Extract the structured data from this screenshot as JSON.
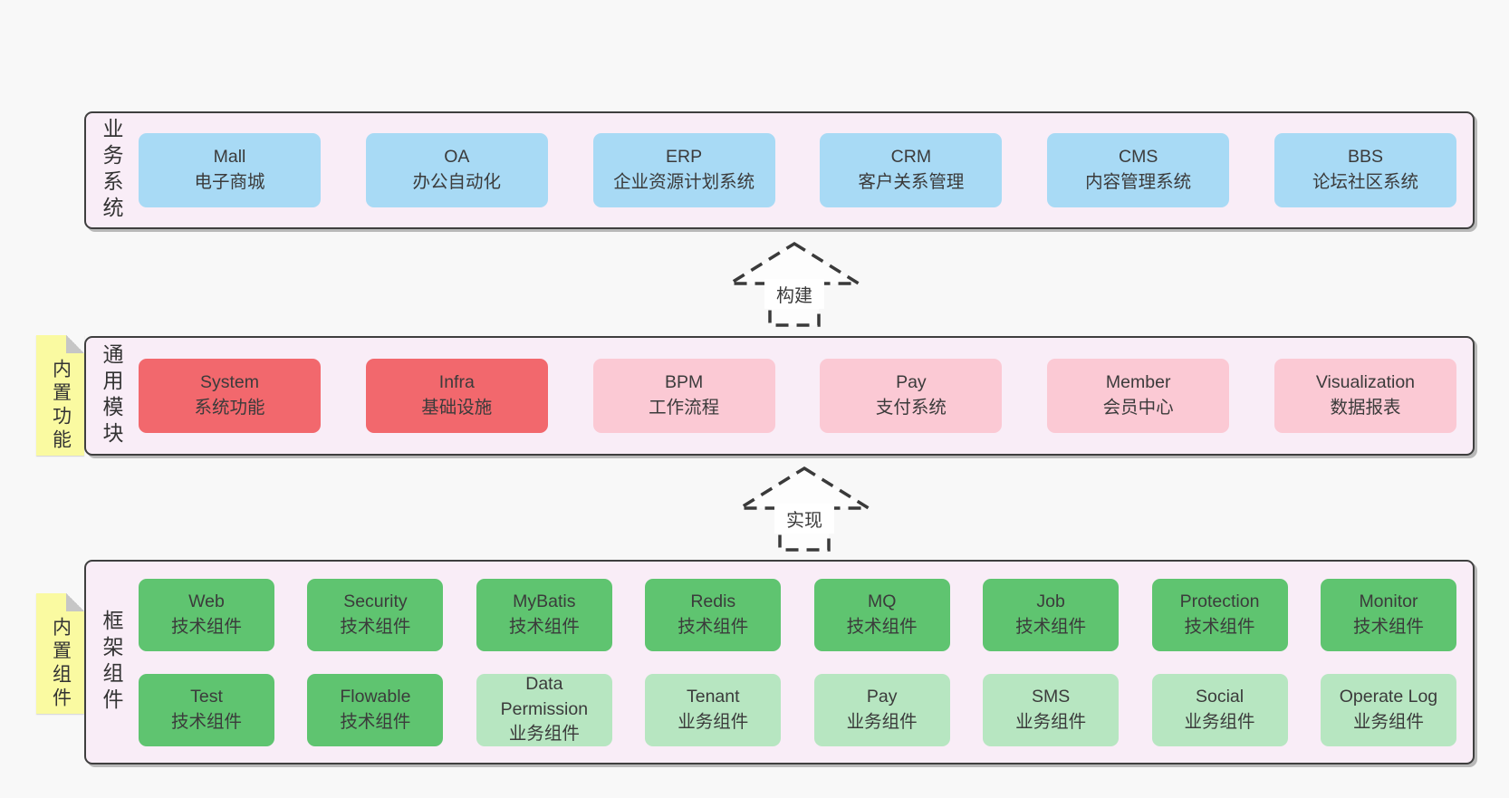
{
  "colors": {
    "blue": "#a8daf5",
    "red": "#f2686d",
    "pink": "#fbc9d4",
    "green": "#5fc470",
    "lightgreen": "#b7e6c1",
    "band_bg": "#f9edf7",
    "sticky_bg": "#fafaa1"
  },
  "arrows": {
    "build": {
      "label": "构建"
    },
    "implement": {
      "label": "实现"
    }
  },
  "bands": {
    "business": {
      "label": "业务系统",
      "items": [
        {
          "title": "Mall",
          "subtitle": "电子商城",
          "variant": "blue"
        },
        {
          "title": "OA",
          "subtitle": "办公自动化",
          "variant": "blue"
        },
        {
          "title": "ERP",
          "subtitle": "企业资源计划系统",
          "variant": "blue"
        },
        {
          "title": "CRM",
          "subtitle": "客户关系管理",
          "variant": "blue"
        },
        {
          "title": "CMS",
          "subtitle": "内容管理系统",
          "variant": "blue"
        },
        {
          "title": "BBS",
          "subtitle": "论坛社区系统",
          "variant": "blue"
        }
      ]
    },
    "modules": {
      "label": "通用模块",
      "sticky": "内置功能",
      "items": [
        {
          "title": "System",
          "subtitle": "系统功能",
          "variant": "red"
        },
        {
          "title": "Infra",
          "subtitle": "基础设施",
          "variant": "red"
        },
        {
          "title": "BPM",
          "subtitle": "工作流程",
          "variant": "pink"
        },
        {
          "title": "Pay",
          "subtitle": "支付系统",
          "variant": "pink"
        },
        {
          "title": "Member",
          "subtitle": "会员中心",
          "variant": "pink"
        },
        {
          "title": "Visualization",
          "subtitle": "数据报表",
          "variant": "pink"
        }
      ]
    },
    "framework": {
      "label": "框架组件",
      "sticky": "内置组件",
      "rows": {
        "row1": [
          {
            "title": "Web",
            "subtitle": "技术组件",
            "variant": "green"
          },
          {
            "title": "Security",
            "subtitle": "技术组件",
            "variant": "green"
          },
          {
            "title": "MyBatis",
            "subtitle": "技术组件",
            "variant": "green"
          },
          {
            "title": "Redis",
            "subtitle": "技术组件",
            "variant": "green"
          },
          {
            "title": "MQ",
            "subtitle": "技术组件",
            "variant": "green"
          },
          {
            "title": "Job",
            "subtitle": "技术组件",
            "variant": "green"
          },
          {
            "title": "Protection",
            "subtitle": "技术组件",
            "variant": "green"
          },
          {
            "title": "Monitor",
            "subtitle": "技术组件",
            "variant": "green"
          }
        ],
        "row2": [
          {
            "title": "Test",
            "subtitle": "技术组件",
            "variant": "green"
          },
          {
            "title": "Flowable",
            "subtitle": "技术组件",
            "variant": "green"
          },
          {
            "title": "Data Permission",
            "subtitle": "业务组件",
            "variant": "lightgreen"
          },
          {
            "title": "Tenant",
            "subtitle": "业务组件",
            "variant": "lightgreen"
          },
          {
            "title": "Pay",
            "subtitle": "业务组件",
            "variant": "lightgreen"
          },
          {
            "title": "SMS",
            "subtitle": "业务组件",
            "variant": "lightgreen"
          },
          {
            "title": "Social",
            "subtitle": "业务组件",
            "variant": "lightgreen"
          },
          {
            "title": "Operate Log",
            "subtitle": "业务组件",
            "variant": "lightgreen"
          }
        ]
      }
    }
  }
}
